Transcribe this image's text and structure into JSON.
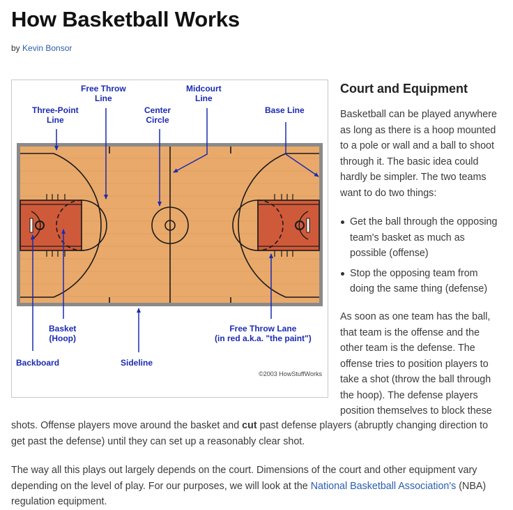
{
  "article": {
    "title": "How Basketball Works",
    "byline_prefix": "by",
    "author": "Kevin Bonsor"
  },
  "figure": {
    "labels": {
      "free_throw_line": [
        "Free Throw",
        "Line"
      ],
      "midcourt_line": [
        "Midcourt",
        "Line"
      ],
      "three_point_line": [
        "Three-Point",
        "Line"
      ],
      "center_circle": [
        "Center",
        "Circle"
      ],
      "base_line": "Base Line",
      "basket": [
        "Basket",
        "(Hoop)"
      ],
      "free_throw_lane": [
        "Free Throw Lane",
        "(in red a.k.a. \"the paint\")"
      ],
      "backboard": "Backboard",
      "sideline": "Sideline"
    },
    "copyright": "©2003 HowStuffWorks",
    "colors": {
      "court": "#e9a96a",
      "paint": "#cf5a3a",
      "lines": "#1a1a1a",
      "border": "#8a8a8a",
      "label": "#1b2bb0"
    }
  },
  "sidebar": {
    "heading": "Court and Equipment",
    "intro": "Basketball can be played anywhere as long as there is a hoop mounted to a pole or wall and a ball to shoot through it. The basic idea could hardly be simpler. The two teams want to do two things:",
    "bullets": [
      "Get the ball through the opposing team's basket as much as possible (offense)",
      "Stop the opposing team from doing the same thing (defense)"
    ],
    "soon_text": "As soon as one team has the ball, that team is the offense and the other team is the defense. The offense tries to position players to take a shot (throw the ball through the hoop). The defense players position themselves to block these"
  },
  "body": {
    "continuation_before": "shots. Offense players move around the basket and ",
    "continuation_bold": "cut",
    "continuation_after": " past defense players (abruptly changing direction to get past the defense) until they can set up a reasonably clear shot.",
    "p2_before": "The way all this plays out largely depends on the court. Dimensions of the court and other equipment vary depending on the level of play. For our purposes, we will look at the ",
    "p2_link": "National Basketball Association's",
    "p2_after": " (NBA) regulation equipment."
  }
}
